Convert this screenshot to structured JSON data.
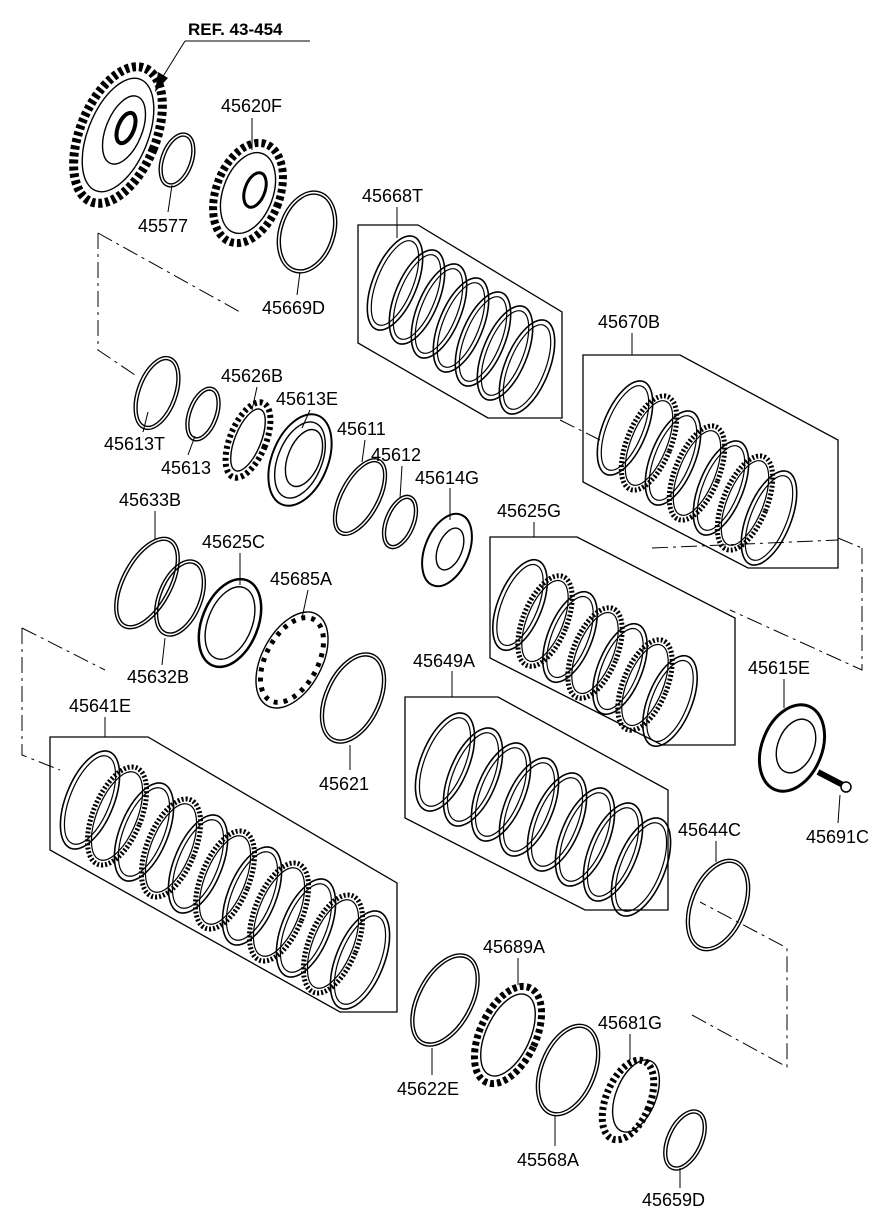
{
  "reference": {
    "label": "REF. 43-454"
  },
  "parts": [
    {
      "id": "45620F",
      "label": "45620F"
    },
    {
      "id": "45577",
      "label": "45577"
    },
    {
      "id": "45669D",
      "label": "45669D"
    },
    {
      "id": "45668T",
      "label": "45668T"
    },
    {
      "id": "45670B",
      "label": "45670B"
    },
    {
      "id": "45626B",
      "label": "45626B"
    },
    {
      "id": "45613E",
      "label": "45613E"
    },
    {
      "id": "45613T",
      "label": "45613T"
    },
    {
      "id": "45613",
      "label": "45613"
    },
    {
      "id": "45611",
      "label": "45611"
    },
    {
      "id": "45612",
      "label": "45612"
    },
    {
      "id": "45614G",
      "label": "45614G"
    },
    {
      "id": "45633B",
      "label": "45633B"
    },
    {
      "id": "45625C",
      "label": "45625C"
    },
    {
      "id": "45625G",
      "label": "45625G"
    },
    {
      "id": "45685A",
      "label": "45685A"
    },
    {
      "id": "45632B",
      "label": "45632B"
    },
    {
      "id": "45649A",
      "label": "45649A"
    },
    {
      "id": "45615E",
      "label": "45615E"
    },
    {
      "id": "45641E",
      "label": "45641E"
    },
    {
      "id": "45621",
      "label": "45621"
    },
    {
      "id": "45691C",
      "label": "45691C"
    },
    {
      "id": "45644C",
      "label": "45644C"
    },
    {
      "id": "45689A",
      "label": "45689A"
    },
    {
      "id": "45681G",
      "label": "45681G"
    },
    {
      "id": "45622E",
      "label": "45622E"
    },
    {
      "id": "45568A",
      "label": "45568A"
    },
    {
      "id": "45659D",
      "label": "45659D"
    }
  ]
}
